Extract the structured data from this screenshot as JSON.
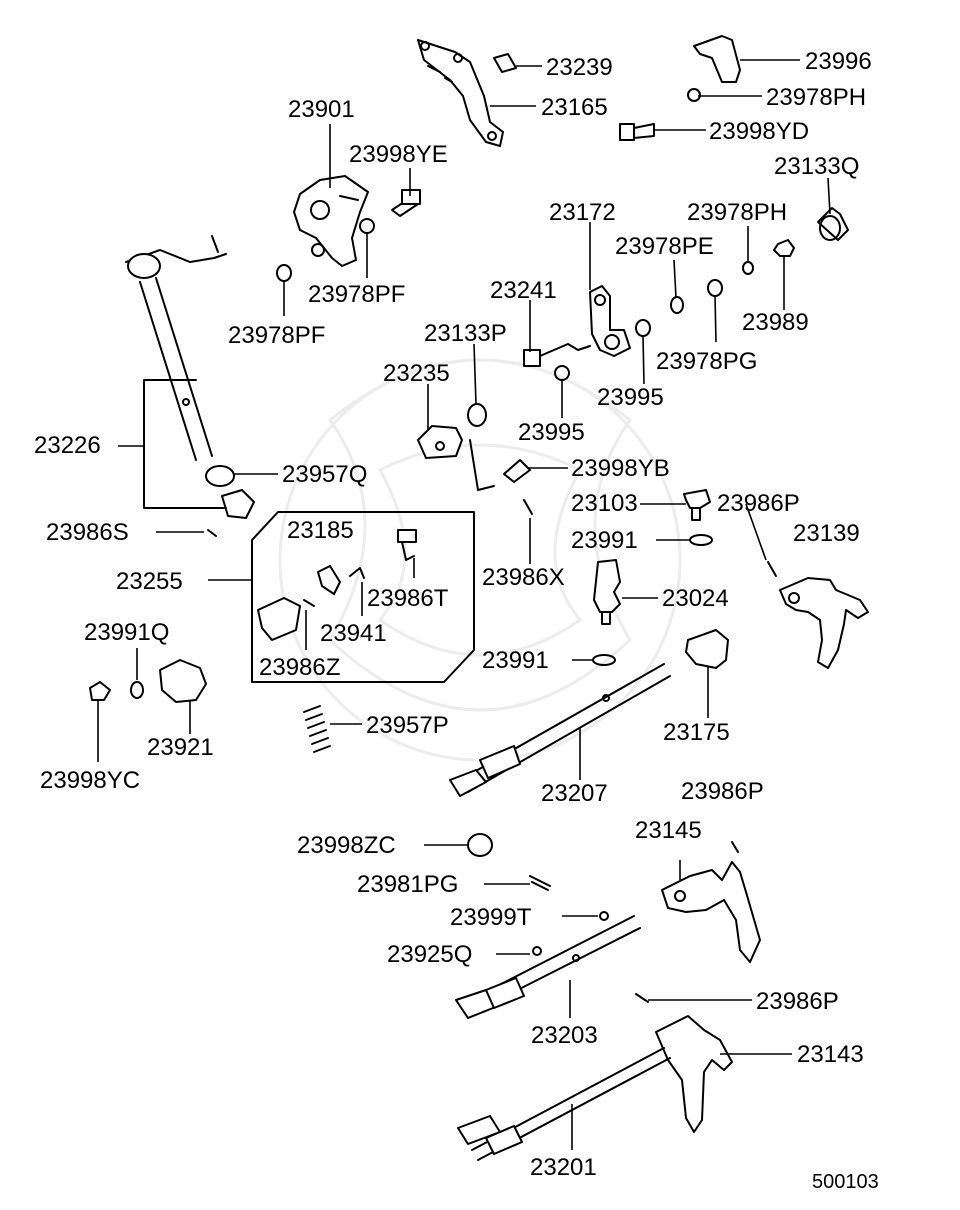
{
  "diagram": {
    "reference_number": "500103",
    "labels": {
      "p23239": "23239",
      "p23996": "23996",
      "p23165": "23165",
      "p23978PH_a": "23978PH",
      "p23901": "23901",
      "p23998YD": "23998YD",
      "p23998YE": "23998YE",
      "p23133Q": "23133Q",
      "p23172": "23172",
      "p23978PH_b": "23978PH",
      "p23978PE": "23978PE",
      "p23978PF_a": "23978PF",
      "p23241": "23241",
      "p23989": "23989",
      "p23978PF_b": "23978PF",
      "p23133P": "23133P",
      "p23978PG": "23978PG",
      "p23235": "23235",
      "p23995_a": "23995",
      "p23995_b": "23995",
      "p23226": "23226",
      "p23957Q": "23957Q",
      "p23998YB": "23998YB",
      "p23103": "23103",
      "p23986P_a": "23986P",
      "p23986S": "23986S",
      "p23185": "23185",
      "p23139": "23139",
      "p23991_a": "23991",
      "p23255": "23255",
      "p23986X": "23986X",
      "p23986T": "23986T",
      "p23024": "23024",
      "p23941": "23941",
      "p23991Q": "23991Q",
      "p23986Z": "23986Z",
      "p23991_b": "23991",
      "p23921": "23921",
      "p23957P": "23957P",
      "p23175": "23175",
      "p23998YC": "23998YC",
      "p23207": "23207",
      "p23986P_b": "23986P",
      "p23145": "23145",
      "p23998ZC": "23998ZC",
      "p23981PG": "23981PG",
      "p23999T": "23999T",
      "p23925Q": "23925Q",
      "p23986P_c": "23986P",
      "p23143": "23143",
      "p23203": "23203",
      "p23201": "23201"
    }
  }
}
